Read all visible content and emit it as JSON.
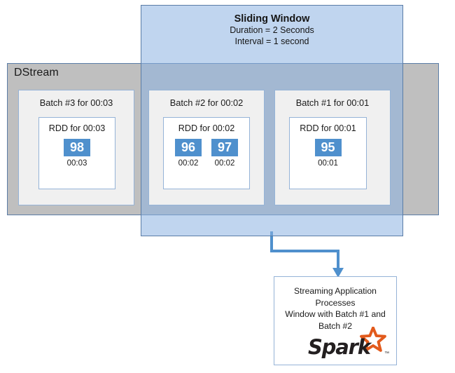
{
  "diagram": {
    "title": "Spark Streaming Sliding Window Diagram",
    "colors": {
      "dstream_fill": "#bfbfbf",
      "window_fill": "#8db3e2",
      "box_border": "#95b3d7",
      "value_cell": "#4f90cd",
      "arrow": "#4f90cd",
      "spark_orange": "#e25a1c",
      "spark_text": "#231f20"
    }
  },
  "dstream": {
    "label": "DStream"
  },
  "sliding_window": {
    "title": "Sliding Window",
    "duration_line": "Duration = 2 Seconds",
    "interval_line": "Interval = 1 second"
  },
  "batches": [
    {
      "id": "batch-3",
      "title": "Batch #3 for 00:03",
      "rdd_title": "RDD for 00:03",
      "cells": [
        {
          "value": "98",
          "time": "00:03"
        }
      ]
    },
    {
      "id": "batch-2",
      "title": "Batch #2 for 00:02",
      "rdd_title": "RDD for 00:02",
      "cells": [
        {
          "value": "96",
          "time": "00:02"
        },
        {
          "value": "97",
          "time": "00:02"
        }
      ]
    },
    {
      "id": "batch-1",
      "title": "Batch #1 for 00:01",
      "rdd_title": "RDD for 00:01",
      "cells": [
        {
          "value": "95",
          "time": "00:01"
        }
      ]
    }
  ],
  "result": {
    "text": "Streaming Application\nProcesses\nWindow with Batch #1 and\nBatch #2",
    "logo_word": "Spark",
    "logo_tm": "™"
  }
}
